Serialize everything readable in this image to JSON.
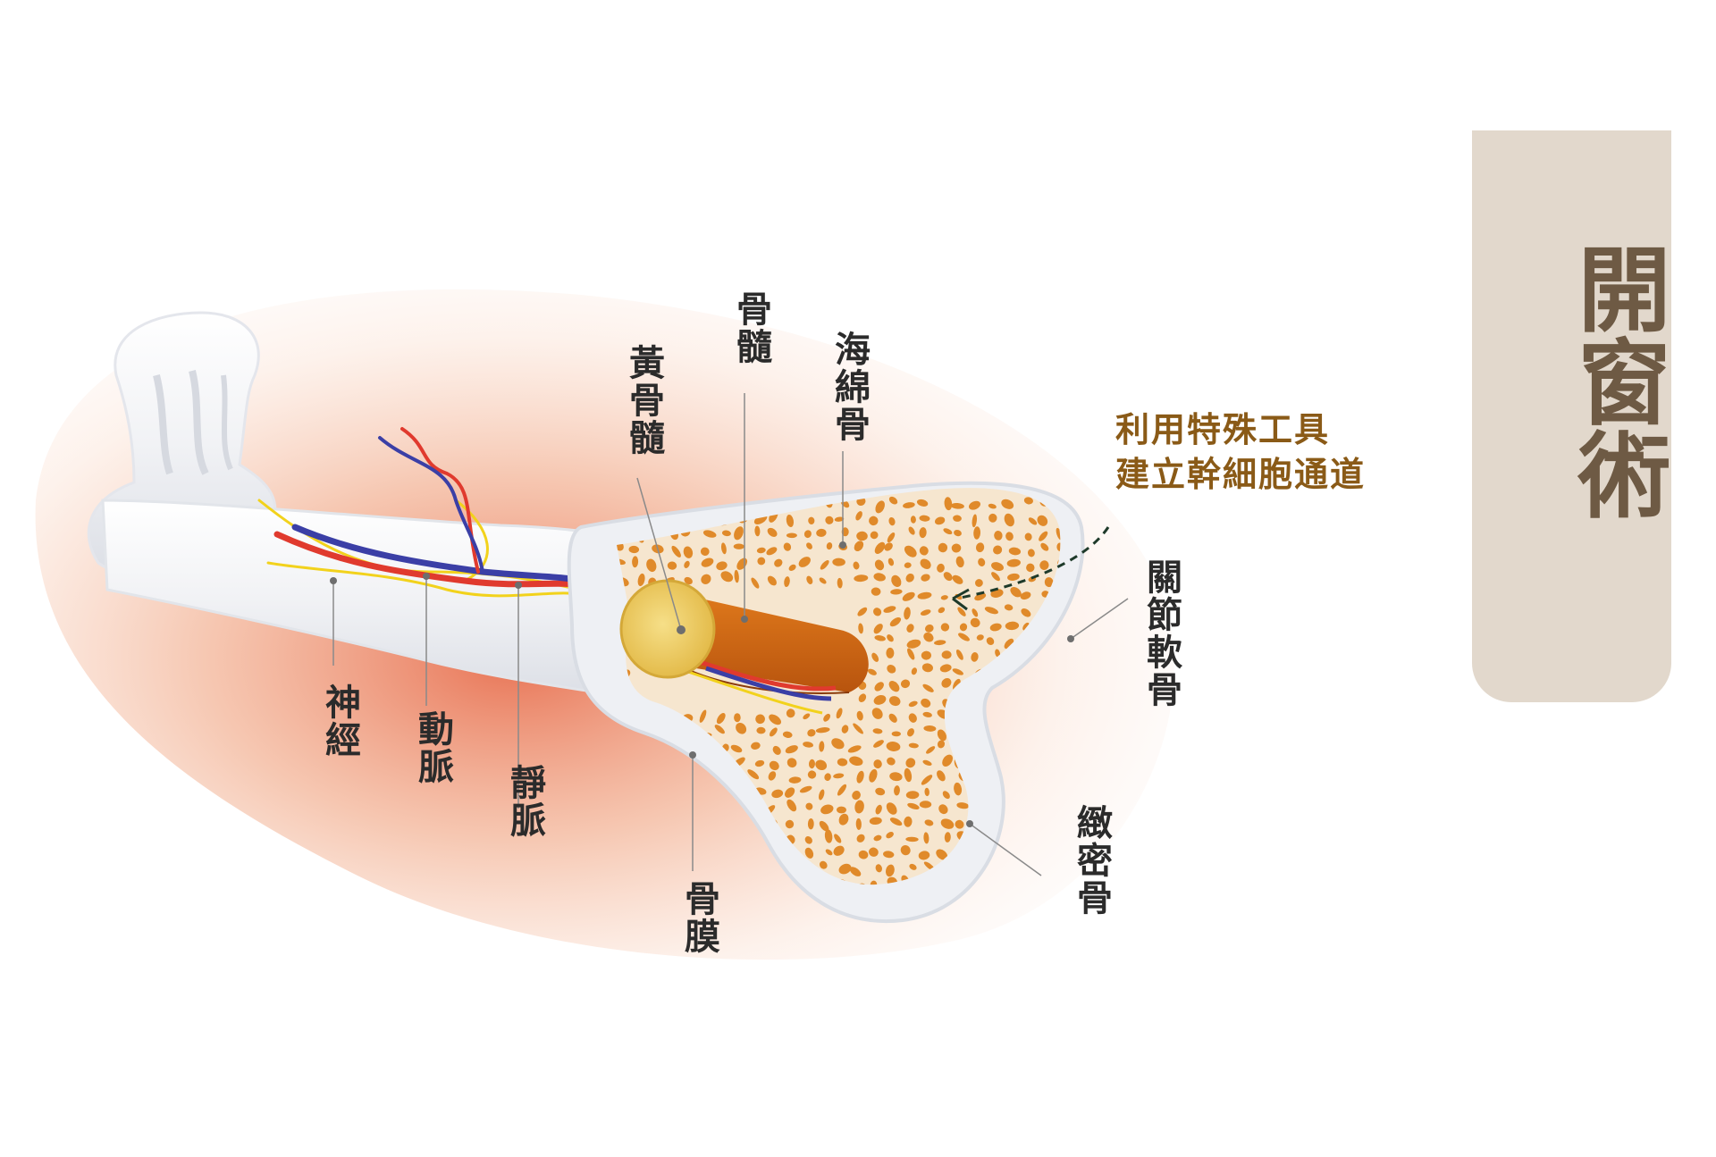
{
  "title": "開窗術",
  "callout": {
    "line1": "利用特殊工具",
    "line2": "建立幹細胞通道"
  },
  "labels": {
    "nerve": "神經",
    "artery": "動脈",
    "vein": "靜脈",
    "yellow_marrow": "黃骨髓",
    "marrow": "骨髓",
    "spongy_bone": "海綿骨",
    "periosteum": "骨膜",
    "articular_cartilage": "關節軟骨",
    "compact_bone": "緻密骨"
  },
  "colors": {
    "title_panel": "#e2d8cc",
    "title_text": "#6e5a44",
    "callout_text": "#8a5a17",
    "artery": "#e03a2e",
    "vein": "#3b3fa6",
    "nerve": "#f2d21c",
    "marrow": "#c95f12",
    "spongy": "#e08a2a"
  }
}
